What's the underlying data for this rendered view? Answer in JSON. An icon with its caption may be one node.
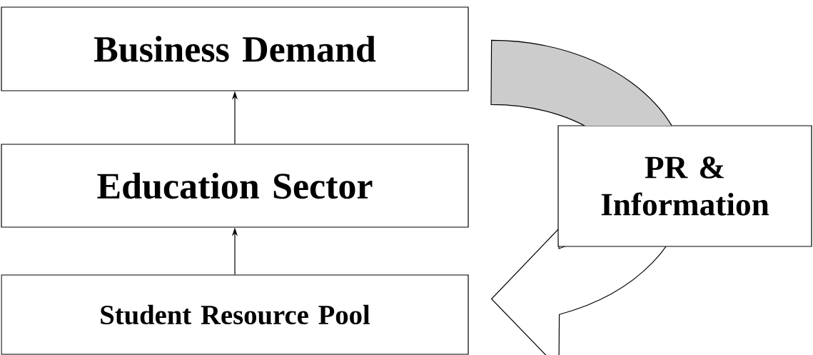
{
  "diagram": {
    "nodes": [
      {
        "text": [
          "Business Demand"
        ]
      },
      {
        "text": [
          "Education Sector"
        ]
      },
      {
        "text": [
          "Student Resource Pool"
        ]
      },
      {
        "text": [
          "PR & Information"
        ]
      }
    ],
    "edges": [
      {
        "from": 1,
        "to": 0,
        "arrow": "to"
      },
      {
        "from": 2,
        "to": 1,
        "arrow": "to"
      },
      {
        "from": 0,
        "to": 2,
        "arrow": "to"
      }
    ]
  }
}
